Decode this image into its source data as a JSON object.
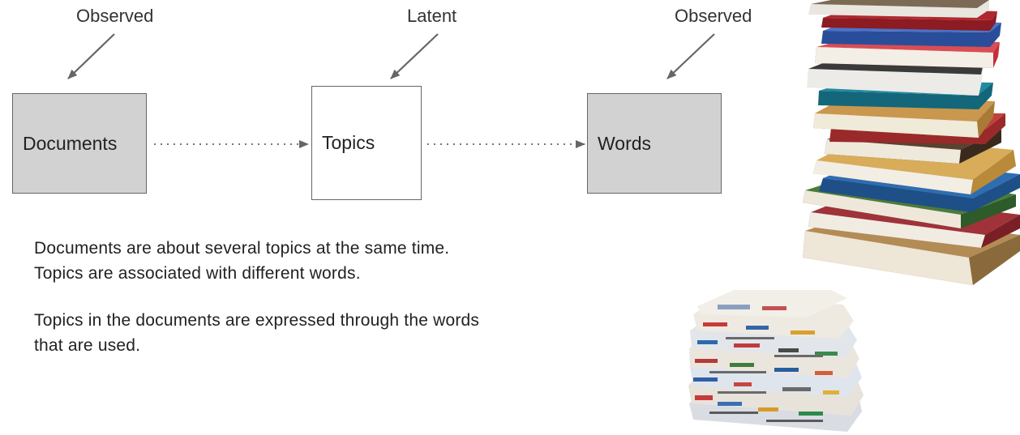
{
  "labels": {
    "documents_annotation": "Observed",
    "topics_annotation": "Latent",
    "words_annotation": "Observed"
  },
  "nodes": {
    "documents": "Documents",
    "topics": "Topics",
    "words": "Words"
  },
  "captions": {
    "paragraph1_line1": "Documents are about several topics at the same time.",
    "paragraph1_line2": "Topics are associated with different words.",
    "paragraph2_line1": "Topics in the documents are expressed through the words",
    "paragraph2_line2": "that are used."
  },
  "colors": {
    "observed_fill": "#d2d2d2",
    "latent_fill": "#ffffff",
    "arrow": "#666666"
  },
  "icons": {
    "book_stack": "book-stack-icon",
    "newspaper_stack": "newspaper-stack-icon"
  }
}
